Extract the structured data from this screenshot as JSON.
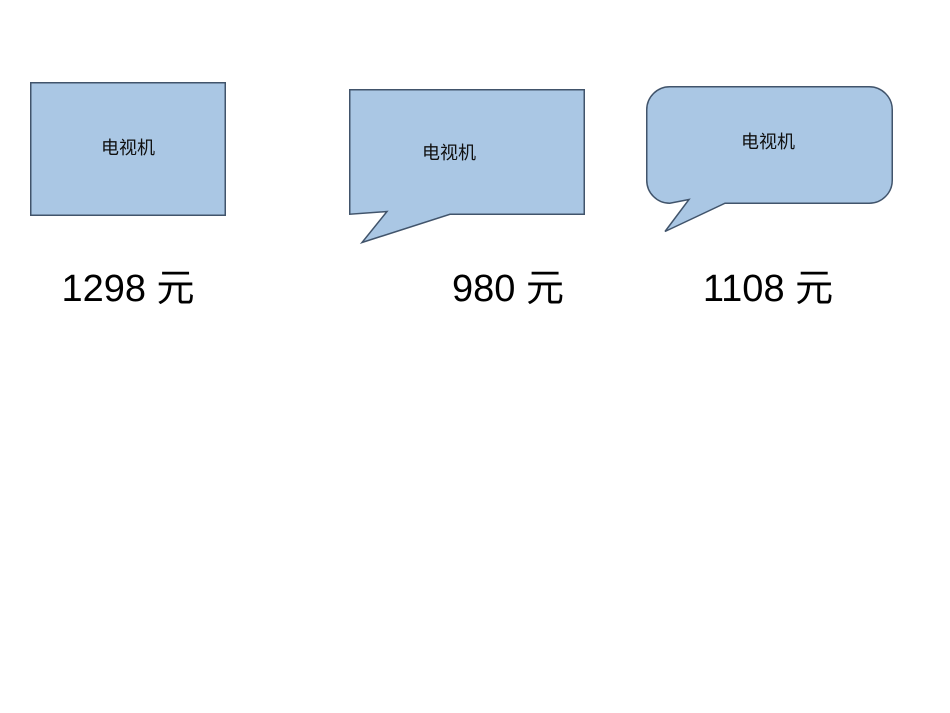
{
  "slide": {
    "background_color": "#ffffff",
    "shape_fill_color": "#aac7e4",
    "shape_stroke_color": "#41546b",
    "text_color": "#101010",
    "price_text_color": "#000000"
  },
  "items": [
    {
      "shape_type": "rectangle",
      "product_label": "电视机",
      "price": "1298 元",
      "price_value": 1298,
      "currency": "元"
    },
    {
      "shape_type": "rectangular-callout",
      "product_label": "电视机",
      "price": "980 元",
      "price_value": 980,
      "currency": "元"
    },
    {
      "shape_type": "rounded-callout",
      "product_label": "电视机",
      "price": "1108 元",
      "price_value": 1108,
      "currency": "元"
    }
  ]
}
